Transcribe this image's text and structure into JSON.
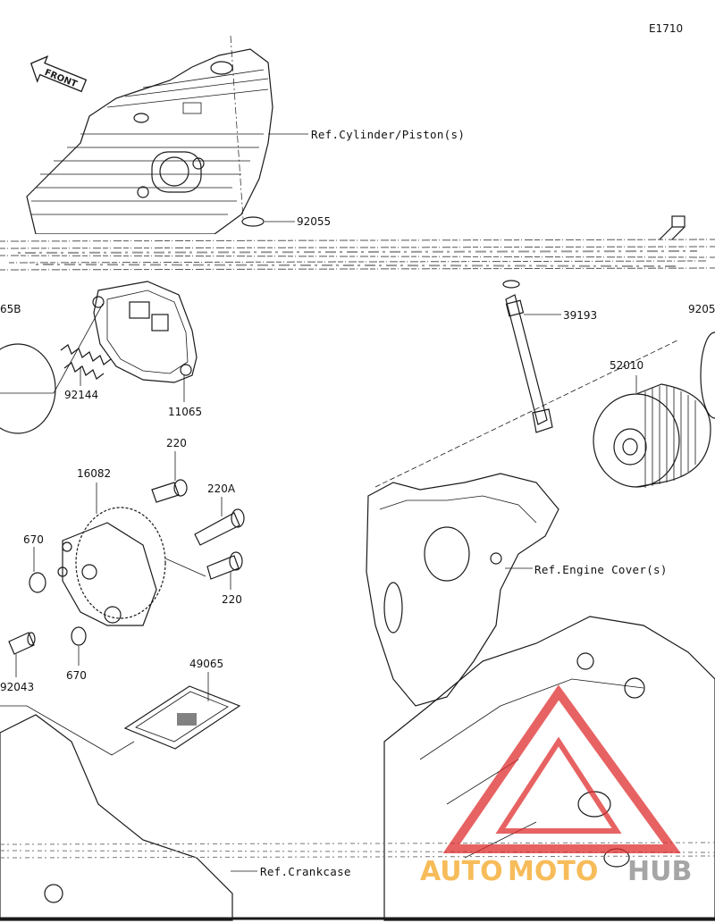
{
  "diagram": {
    "code": "E1710",
    "front_label": "FRONT",
    "callouts": {
      "c92055_top": "92055",
      "c92055B": "65B",
      "c92144": "92144",
      "c11065": "11065",
      "c39193": "39193",
      "c92055_right": "9205",
      "c52010": "52010",
      "c220_top": "220",
      "c220A": "220A",
      "c16082": "16082",
      "c670_left": "670",
      "c220_bottom": "220",
      "c670_bottom": "670",
      "c92043": "92043",
      "c49065": "49065"
    },
    "references": {
      "cylinder": "Ref.Cylinder/Piston(s)",
      "engine_cover": "Ref.Engine Cover(s)",
      "crankcase": "Ref.Crankcase"
    }
  },
  "watermark": {
    "brand_auto": "AUTO",
    "brand_moto": "MOTO",
    "brand_hub": "HUB",
    "color_orange": "#f5a623",
    "color_red": "#e03030",
    "color_gray": "#888888"
  }
}
